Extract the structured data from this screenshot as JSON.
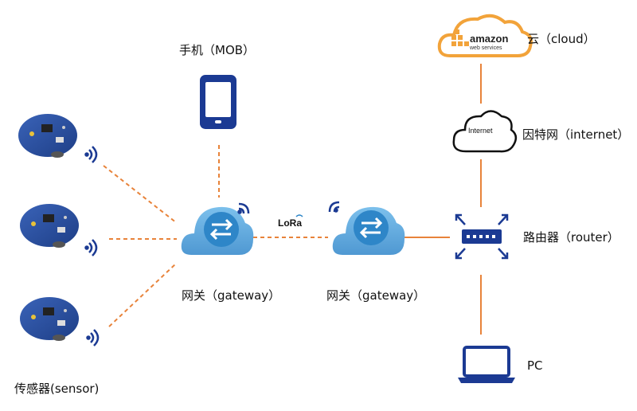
{
  "nodes": {
    "mobile": {
      "label": "手机（MOB）",
      "icon": "smartphone-icon"
    },
    "cloud": {
      "label": "云（cloud）",
      "logo_line1": "amazon",
      "logo_line2": "web services",
      "icon": "aws-logo-icon"
    },
    "internet": {
      "label": "因特网（internet）",
      "inner_text": "Internet",
      "icon": "internet-cloud-icon"
    },
    "router": {
      "label": "路由器（router）",
      "icon": "router-icon"
    },
    "pc": {
      "label": "PC",
      "icon": "laptop-icon"
    },
    "gateway_left": {
      "label": "网关（gateway）",
      "icon": "gateway-cloud-icon"
    },
    "gateway_right": {
      "label": "网关（gateway）",
      "icon": "gateway-cloud-icon"
    },
    "sensors": {
      "label": "传感器(sensor)",
      "icon": "sensor-board-icon"
    }
  },
  "link": {
    "lora_label": "LoRa"
  },
  "colors": {
    "dashed_link": "#E8833A",
    "solid_link": "#E8833A",
    "device_blue": "#1B3A93",
    "gateway_cloud": "#6FB1E0",
    "gateway_arrows": "#2E86C8",
    "aws_orange": "#F2A33A",
    "signal_blue": "#1B3A93"
  }
}
